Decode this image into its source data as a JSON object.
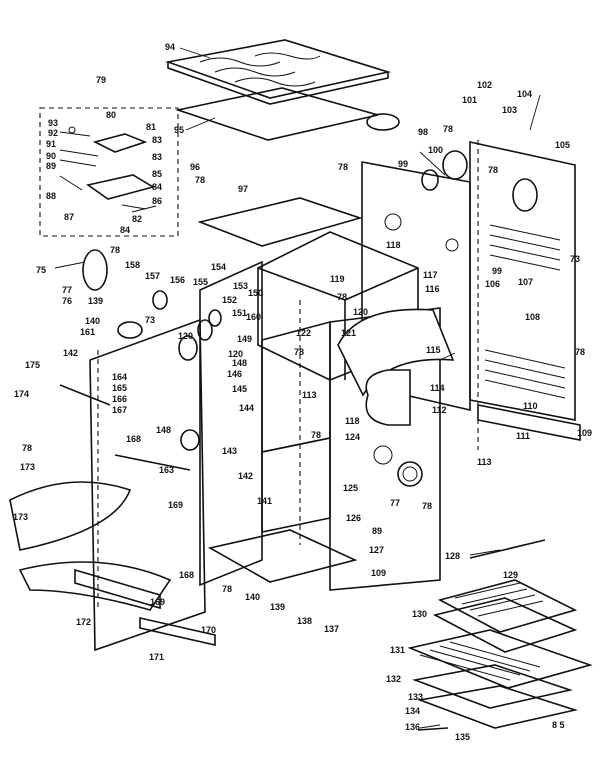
{
  "diagram": {
    "corner_mark": "8 5",
    "callouts": [
      {
        "id": "c94",
        "text": "94"
      },
      {
        "id": "c95",
        "text": "95"
      },
      {
        "id": "c79",
        "text": "79"
      },
      {
        "id": "c80",
        "text": "80"
      },
      {
        "id": "c93",
        "text": "93"
      },
      {
        "id": "c92",
        "text": "92"
      },
      {
        "id": "c81",
        "text": "81"
      },
      {
        "id": "c91",
        "text": "91"
      },
      {
        "id": "c83a",
        "text": "83"
      },
      {
        "id": "c90",
        "text": "90"
      },
      {
        "id": "c83b",
        "text": "83"
      },
      {
        "id": "c89",
        "text": "89"
      },
      {
        "id": "c85",
        "text": "85"
      },
      {
        "id": "c88",
        "text": "88"
      },
      {
        "id": "c84a",
        "text": "84"
      },
      {
        "id": "c86",
        "text": "86"
      },
      {
        "id": "c87",
        "text": "87"
      },
      {
        "id": "c82",
        "text": "82"
      },
      {
        "id": "c84b",
        "text": "84"
      },
      {
        "id": "c96",
        "text": "96"
      },
      {
        "id": "c78a",
        "text": "78"
      },
      {
        "id": "c97",
        "text": "97"
      },
      {
        "id": "c78b",
        "text": "78"
      },
      {
        "id": "c98",
        "text": "98"
      },
      {
        "id": "c99",
        "text": "99"
      },
      {
        "id": "c100",
        "text": "100"
      },
      {
        "id": "c78c",
        "text": "78"
      },
      {
        "id": "c101",
        "text": "101"
      },
      {
        "id": "c102",
        "text": "102"
      },
      {
        "id": "c103",
        "text": "103"
      },
      {
        "id": "c104",
        "text": "104"
      },
      {
        "id": "c105",
        "text": "105"
      },
      {
        "id": "c78d",
        "text": "78"
      },
      {
        "id": "c73a",
        "text": "73"
      },
      {
        "id": "c106",
        "text": "106"
      },
      {
        "id": "c99b",
        "text": "99"
      },
      {
        "id": "c107",
        "text": "107"
      },
      {
        "id": "c108",
        "text": "108"
      },
      {
        "id": "c78e",
        "text": "78"
      },
      {
        "id": "c75",
        "text": "75"
      },
      {
        "id": "c78f",
        "text": "78"
      },
      {
        "id": "c77a",
        "text": "77"
      },
      {
        "id": "c76",
        "text": "76"
      },
      {
        "id": "c158",
        "text": "158"
      },
      {
        "id": "c157",
        "text": "157"
      },
      {
        "id": "c156",
        "text": "156"
      },
      {
        "id": "c154",
        "text": "154"
      },
      {
        "id": "c155",
        "text": "155"
      },
      {
        "id": "c118",
        "text": "118"
      },
      {
        "id": "c119",
        "text": "119"
      },
      {
        "id": "c117",
        "text": "117"
      },
      {
        "id": "c116",
        "text": "116"
      },
      {
        "id": "c139",
        "text": "139"
      },
      {
        "id": "c153",
        "text": "153"
      },
      {
        "id": "c152",
        "text": "152"
      },
      {
        "id": "c151",
        "text": "151"
      },
      {
        "id": "c150",
        "text": "150"
      },
      {
        "id": "c78g",
        "text": "78"
      },
      {
        "id": "c120a",
        "text": "120"
      },
      {
        "id": "c140a",
        "text": "140"
      },
      {
        "id": "c73b",
        "text": "73"
      },
      {
        "id": "c161",
        "text": "161"
      },
      {
        "id": "c160",
        "text": "160"
      },
      {
        "id": "c122",
        "text": "122"
      },
      {
        "id": "c121",
        "text": "121"
      },
      {
        "id": "c120b",
        "text": "120"
      },
      {
        "id": "c142a",
        "text": "142"
      },
      {
        "id": "c149",
        "text": "149"
      },
      {
        "id": "c78h",
        "text": "78"
      },
      {
        "id": "c120c",
        "text": "120"
      },
      {
        "id": "c148",
        "text": "148"
      },
      {
        "id": "c146",
        "text": "146"
      },
      {
        "id": "c145",
        "text": "145"
      },
      {
        "id": "c115",
        "text": "115"
      },
      {
        "id": "c175",
        "text": "175"
      },
      {
        "id": "c164",
        "text": "164"
      },
      {
        "id": "c165",
        "text": "165"
      },
      {
        "id": "c113a",
        "text": "113"
      },
      {
        "id": "c174",
        "text": "174"
      },
      {
        "id": "c166",
        "text": "166"
      },
      {
        "id": "c167",
        "text": "167"
      },
      {
        "id": "c144",
        "text": "144"
      },
      {
        "id": "c114",
        "text": "114"
      },
      {
        "id": "c112",
        "text": "112"
      },
      {
        "id": "c110",
        "text": "110"
      },
      {
        "id": "c78i",
        "text": "78"
      },
      {
        "id": "c168a",
        "text": "168"
      },
      {
        "id": "c148b",
        "text": "148"
      },
      {
        "id": "c143",
        "text": "143"
      },
      {
        "id": "c118b",
        "text": "118"
      },
      {
        "id": "c78j",
        "text": "78"
      },
      {
        "id": "c124",
        "text": "124"
      },
      {
        "id": "c111",
        "text": "111"
      },
      {
        "id": "c109",
        "text": "109"
      },
      {
        "id": "c173a",
        "text": "173"
      },
      {
        "id": "c163",
        "text": "163"
      },
      {
        "id": "c142b",
        "text": "142"
      },
      {
        "id": "c113b",
        "text": "113"
      },
      {
        "id": "c125",
        "text": "125"
      },
      {
        "id": "c141",
        "text": "141"
      },
      {
        "id": "c77b",
        "text": "77"
      },
      {
        "id": "c78k",
        "text": "78"
      },
      {
        "id": "c173b",
        "text": "173"
      },
      {
        "id": "c169a",
        "text": "169"
      },
      {
        "id": "c126",
        "text": "126"
      },
      {
        "id": "c89b",
        "text": "89"
      },
      {
        "id": "c127",
        "text": "127"
      },
      {
        "id": "c128",
        "text": "128"
      },
      {
        "id": "c168b",
        "text": "168"
      },
      {
        "id": "c109b",
        "text": "109"
      },
      {
        "id": "c78l",
        "text": "78"
      },
      {
        "id": "c140b",
        "text": "140"
      },
      {
        "id": "c139b",
        "text": "139"
      },
      {
        "id": "c138",
        "text": "138"
      },
      {
        "id": "c137",
        "text": "137"
      },
      {
        "id": "c172",
        "text": "172"
      },
      {
        "id": "c169b",
        "text": "169"
      },
      {
        "id": "c170",
        "text": "170"
      },
      {
        "id": "c171",
        "text": "171"
      },
      {
        "id": "c129",
        "text": "129"
      },
      {
        "id": "c130",
        "text": "130"
      },
      {
        "id": "c131",
        "text": "131"
      },
      {
        "id": "c132",
        "text": "132"
      },
      {
        "id": "c133",
        "text": "133"
      },
      {
        "id": "c134",
        "text": "134"
      },
      {
        "id": "c135",
        "text": "135"
      },
      {
        "id": "c136",
        "text": "136"
      }
    ]
  }
}
